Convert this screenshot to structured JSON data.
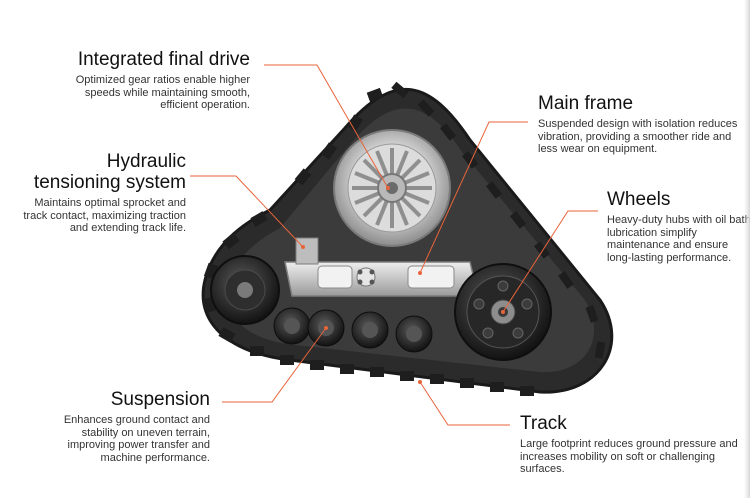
{
  "colors": {
    "leader_line": "#e8643a",
    "track_rubber": "#2a2a2a",
    "frame_metal": "#c9c9c9",
    "hub_dark": "#1a1a1a",
    "background": "#ffffff"
  },
  "illustration": {
    "icon": "rubber-track-system-icon"
  },
  "callouts": {
    "final_drive": {
      "title": "Integrated final drive",
      "desc": "Optimized gear ratios enable higher speeds while maintaining smooth, efficient operation."
    },
    "hydraulic": {
      "title_line1": "Hydraulic",
      "title_line2": "tensioning system",
      "desc": "Maintains optimal sprocket and track contact, maximizing traction and extending track life."
    },
    "main_frame": {
      "title": "Main frame",
      "desc": "Suspended design with isolation reduces vibration, providing a smoother ride and less wear on equipment."
    },
    "wheels": {
      "title": "Wheels",
      "desc": "Heavy-duty hubs with oil bath lubrication simplify maintenance and ensure long-lasting performance."
    },
    "suspension": {
      "title": "Suspension",
      "desc": "Enhances ground contact and stability on uneven terrain, improving power transfer and machine performance."
    },
    "track": {
      "title": "Track",
      "desc": "Large footprint reduces ground pressure and increases mobility on soft or challenging surfaces."
    }
  }
}
